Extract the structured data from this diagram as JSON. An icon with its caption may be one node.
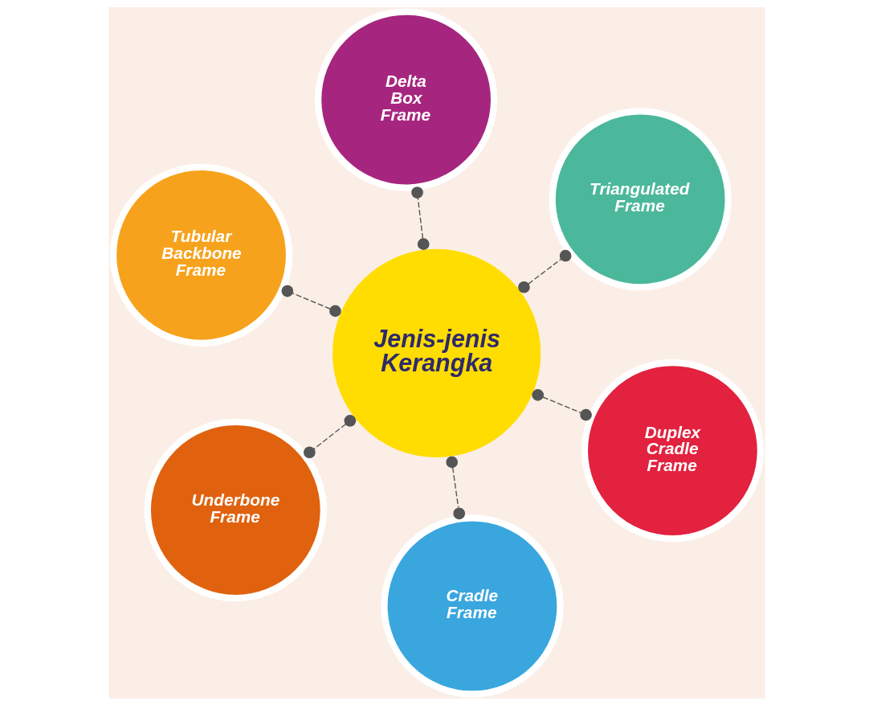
{
  "diagram": {
    "nodes": [
      {
        "text": [
          "Tubular Backbone Frame"
        ]
      },
      {
        "text": [
          "Duplex Cradle Frame"
        ]
      },
      {
        "text": [
          "Cradle Frame"
        ]
      },
      {
        "text": [
          "Jenis-jenis Kerangka"
        ]
      },
      {
        "text": [
          "Triangulated Frame"
        ]
      },
      {
        "text": [
          "Delta Box Frame"
        ]
      },
      {
        "text": [
          "Underbone Frame"
        ]
      }
    ],
    "edges": [
      {
        "from": 3,
        "to": 0,
        "arrow": "other",
        "style": "dashed"
      },
      {
        "from": 3,
        "to": 1,
        "arrow": "other",
        "style": "dashed"
      },
      {
        "from": 3,
        "to": 2,
        "arrow": "other",
        "style": "dashed"
      },
      {
        "from": 3,
        "to": 4,
        "arrow": "other",
        "style": "dashed"
      },
      {
        "from": 3,
        "to": 5,
        "arrow": "other",
        "style": "dashed"
      },
      {
        "from": 3,
        "to": 6,
        "arrow": "other",
        "style": "dashed"
      }
    ]
  }
}
